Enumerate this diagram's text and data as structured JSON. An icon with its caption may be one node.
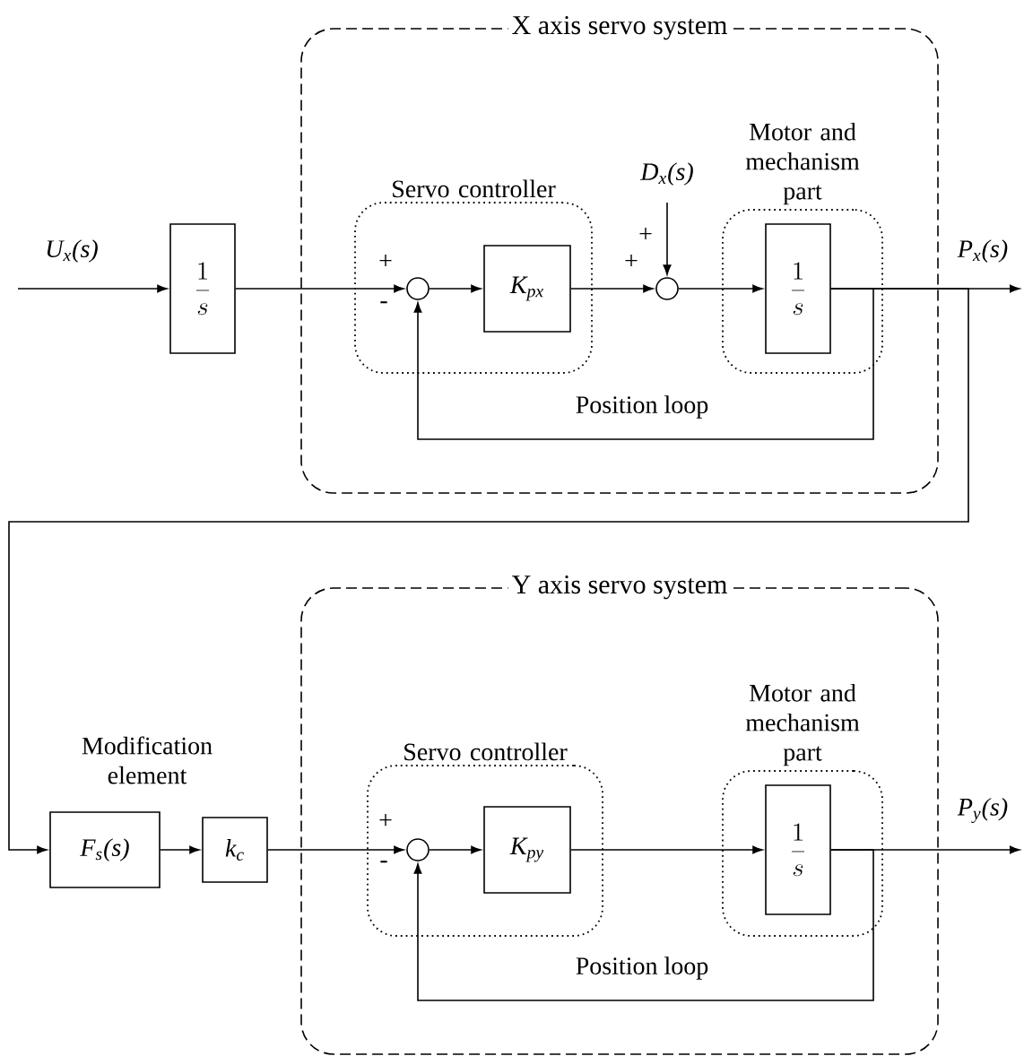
{
  "diagram": {
    "nodes": [
      {
        "text": [
          "X axis servo system"
        ]
      },
      {
        "text": [
          "Servo controller"
        ],
        "in": 0
      },
      {
        "text": [
          "Motor and mechanism part"
        ],
        "in": 0
      },
      {
        "text": [
          "\\frac{1}{s}"
        ]
      },
      {
        "text": [],
        "shape": "circle",
        "in": 1
      },
      {
        "text": [
          "K$_{px}$"
        ],
        "in": 1
      },
      {
        "text": [],
        "shape": "circle",
        "in": 0
      },
      {
        "text": [
          "\\frac{1}{s}"
        ],
        "in": 2
      },
      {
        "text": [
          "Y axis servo system"
        ]
      },
      {
        "text": [
          "F$_{s}$(s)"
        ]
      },
      {
        "text": [
          "k$_{c}$"
        ]
      },
      {
        "text": [
          "Servo controller"
        ],
        "in": 8
      },
      {
        "text": [
          "Motor and mechanism part"
        ],
        "in": 8
      },
      {
        "text": [],
        "shape": "circle",
        "in": 11
      },
      {
        "text": [
          "K$_{py}$"
        ],
        "in": 11
      },
      {
        "text": [
          "\\frac{1}{s}"
        ],
        "in": 12
      }
    ],
    "edges": [
      {
        "from": null,
        "to": 3,
        "arrow": "to",
        "label": "U$_{x}$(s)"
      },
      {
        "from": 3,
        "to": 4,
        "arrow": "to"
      },
      {
        "from": 4,
        "to": 5,
        "arrow": "to"
      },
      {
        "from": 5,
        "to": 6,
        "arrow": "to"
      },
      {
        "from": null,
        "to": 6,
        "arrow": "to",
        "label": "D$_{x}$(s)"
      },
      {
        "from": 6,
        "to": 7,
        "arrow": "to"
      },
      {
        "from": 7,
        "to": null,
        "arrow": "to",
        "label": "P$_{x}$(s)"
      },
      {
        "from": 7,
        "to": 4,
        "arrow": "to",
        "label": "Position loop"
      },
      {
        "from": 7,
        "to": 9,
        "arrow": "to"
      },
      {
        "from": 9,
        "to": 10,
        "arrow": "to"
      },
      {
        "from": 10,
        "to": 13,
        "arrow": "to"
      },
      {
        "from": 13,
        "to": 14,
        "arrow": "to"
      },
      {
        "from": 14,
        "to": 15,
        "arrow": "to"
      },
      {
        "from": 15,
        "to": null,
        "arrow": "to",
        "label": "P$_{y}$(s)"
      },
      {
        "from": 15,
        "to": 13,
        "arrow": "to",
        "label": "Position loop"
      }
    ],
    "labels": [
      "+",
      "-",
      "+",
      "+",
      "Modification element",
      "+",
      "-"
    ]
  }
}
